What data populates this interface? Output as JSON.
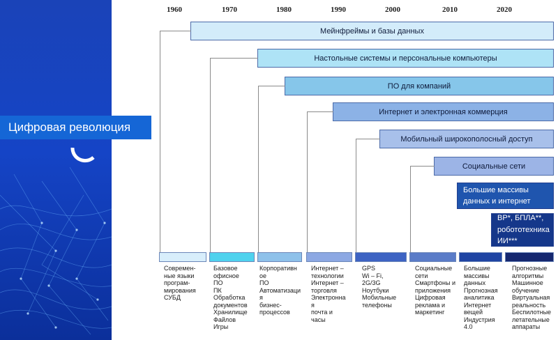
{
  "title": "Цифровая революция",
  "years": [
    "1960",
    "1970",
    "1980",
    "1990",
    "2000",
    "2010",
    "2020"
  ],
  "bars": [
    {
      "label": "Мейнфреймы и базы данных",
      "color": "#d3ecfa"
    },
    {
      "label": "Настольные системы и персональные компьютеры",
      "color": "#aee3f6"
    },
    {
      "label": "ПО для компаний",
      "color": "#86c6ea"
    },
    {
      "label": "Интернет и электронная коммерция",
      "color": "#8cb2e6"
    },
    {
      "label": "Мобильный широкополосный доступ",
      "color": "#a8c0ea"
    },
    {
      "label": "Социальные сети",
      "color": "#9cb4e6"
    },
    {
      "label": "Большие массивы данных и интернет",
      "color": "#1f55ae"
    },
    {
      "label": "ВР*, БПЛА**, робототехника ИИ***",
      "color": "#15378a"
    }
  ],
  "strips": [
    "#d8eefb",
    "#4fd2ee",
    "#8ec1ea",
    "#8ca8e3",
    "#3d63c3",
    "#5a7cc8",
    "#1f44a3",
    "#15276f"
  ],
  "columns": [
    "Современные языки программирования\nСУБД",
    "Базовое офисное ПО\nПК\nОбработка документов\nХранилище\nФайлов\nИгры",
    "Корпоративное ПО\nАвтоматизация бизнес-процессов",
    "Интернет – технологии\nИнтернет – торговля\nЭлектронная почта и часы",
    "GPS\nWi – Fi,\n2G/3G\nНоутбуки\nМобильные телефоны",
    "Социальные сети\nСмартфоны и приложения\nЦифровая реклама и маркетинг",
    "Большие массивы данных\nПрогнозная аналитика\nИнтернет вещей\nИндустрия 4.0",
    "Прогнозные алгоритмы\nМашинное обучение\nВиртуальная реальность\nБеспилотные летательные аппараты"
  ],
  "column_texts_display": [
    "Современ-\nные языки\nпрограм-\nмирования\nСУБД",
    "Базовое\nофисное\nПО\nПК\nОбработка\nдокументов\nХранилище\nФайлов\nИгры",
    "Корпоративн\nое\nПО\nАвтоматизаци\nя\nбизнес-\nпроцессов",
    "Интернет –\nтехнологии\nИнтернет –\nторговля\nЭлектронна\nя\nпочта и\nчасы",
    "GPS\nWi – Fi,\n2G/3G\nНоутбуки\nМобильные\nтелефоны",
    "Социальные\nсети\nСмартфоны и\nприложения\nЦифровая\nреклама и\nмаркетинг",
    "Большие\nмассивы\nданных\nПрогнозная\nаналитика\nИнтернет\nвещей\nИндустрия\n4.0",
    "Прогнозные\nалгоритмы\nМашинное\nобучение\nВиртуальная\nреальность\nБеспилотные\nлетательные\nаппараты"
  ]
}
